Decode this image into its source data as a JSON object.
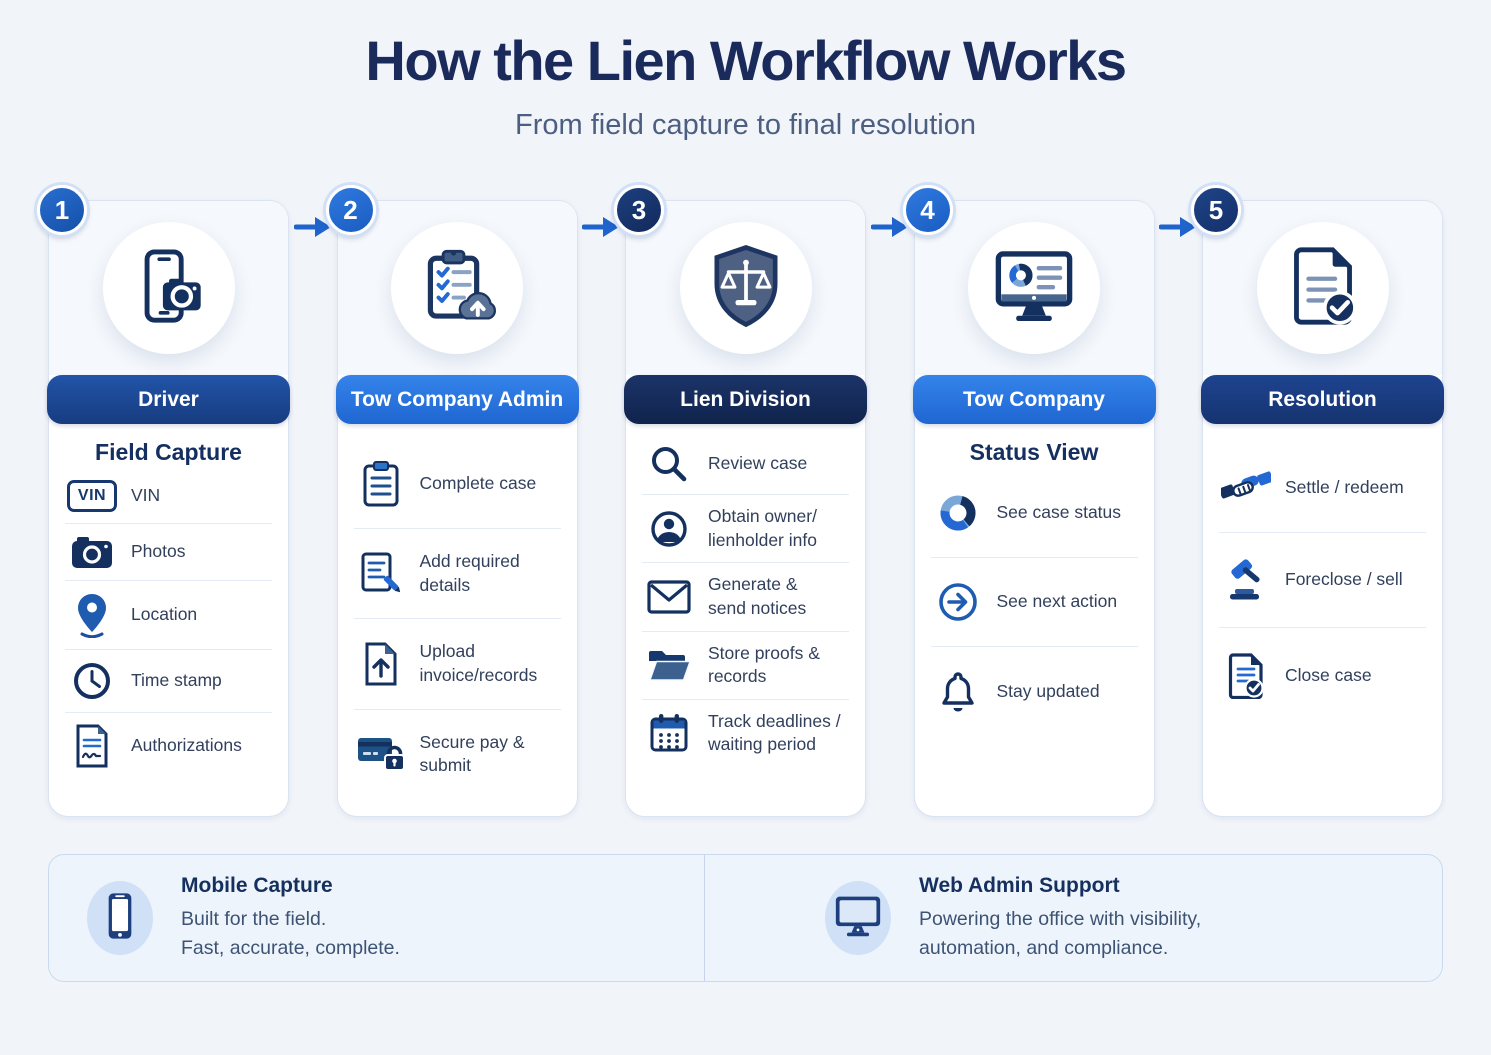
{
  "page": {
    "title": "How the Lien Workflow Works",
    "subtitle": "From field capture to final resolution"
  },
  "colors": {
    "page_bg": "#f1f4f9",
    "navy": "#14305f",
    "bright_blue": "#2468d4",
    "band_driver": "#1d4fa0",
    "band_tow_company_admin": "#2b7de4",
    "band_lien_division": "#13295c",
    "band_tow_company": "#2b7de4",
    "band_resolution": "#183a7a",
    "footer_bg": "#eef4fb"
  },
  "steps": [
    {
      "number": "1",
      "header": "Driver",
      "subtitle": "Field Capture",
      "hero_icon": "phone-camera-icon",
      "items": [
        {
          "icon": "vin-plate-icon",
          "icon_text": "VIN",
          "label": "VIN"
        },
        {
          "icon": "camera-icon",
          "label": "Photos"
        },
        {
          "icon": "location-pin-icon",
          "label": "Location"
        },
        {
          "icon": "clock-icon",
          "label": "Time stamp"
        },
        {
          "icon": "signed-document-icon",
          "label": "Authorizations"
        }
      ]
    },
    {
      "number": "2",
      "header": "Tow Company Admin",
      "hero_icon": "clipboard-cloud-upload-icon",
      "items": [
        {
          "icon": "clipboard-icon",
          "label": "Complete case"
        },
        {
          "icon": "document-edit-icon",
          "label": "Add required details"
        },
        {
          "icon": "document-upload-icon",
          "label": "Upload invoice/records"
        },
        {
          "icon": "card-lock-icon",
          "label": "Secure pay & submit"
        }
      ]
    },
    {
      "number": "3",
      "header": "Lien Division",
      "hero_icon": "shield-scales-icon",
      "items": [
        {
          "icon": "magnifier-icon",
          "label": "Review case"
        },
        {
          "icon": "person-icon",
          "label": "Obtain owner/\nlienholder info"
        },
        {
          "icon": "envelope-icon",
          "label": "Generate &\nsend notices"
        },
        {
          "icon": "folder-icon",
          "label": "Store proofs &\nrecords"
        },
        {
          "icon": "calendar-icon",
          "label": "Track deadlines /\nwaiting period"
        }
      ]
    },
    {
      "number": "4",
      "header": "Tow Company",
      "subtitle": "Status View",
      "hero_icon": "monitor-chart-icon",
      "items": [
        {
          "icon": "donut-chart-icon",
          "label": "See case status"
        },
        {
          "icon": "arrow-circle-icon",
          "label": "See next action"
        },
        {
          "icon": "bell-icon",
          "label": "Stay updated"
        }
      ]
    },
    {
      "number": "5",
      "header": "Resolution",
      "hero_icon": "document-check-icon",
      "items": [
        {
          "icon": "handshake-icon",
          "label": "Settle / redeem"
        },
        {
          "icon": "gavel-icon",
          "label": "Foreclose / sell"
        },
        {
          "icon": "document-check-small-icon",
          "label": "Close case"
        }
      ]
    }
  ],
  "footer": {
    "left": {
      "icon": "smartphone-icon",
      "title": "Mobile Capture",
      "line1": "Built for the field.",
      "line2": "Fast, accurate, complete."
    },
    "right": {
      "icon": "desktop-icon",
      "title": "Web Admin Support",
      "line1": "Powering the office with visibility,",
      "line2": "automation, and compliance."
    }
  }
}
